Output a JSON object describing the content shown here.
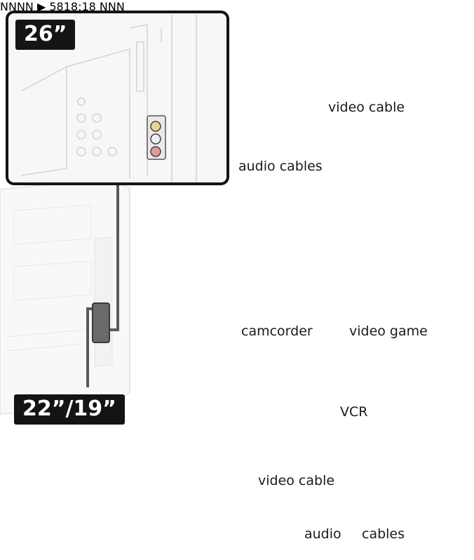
{
  "panels": {
    "top": {
      "badge": "26”"
    },
    "bottom": {
      "badge": "22”/19”"
    }
  },
  "labels": {
    "video_cable_top": "video cable",
    "audio_cables_top": "audio cables",
    "camcorder": "camcorder",
    "video_game": "video game",
    "vcr": "VCR",
    "video_cable_bottom": "video cable",
    "audio_bottom": "audio",
    "cables_bottom": "cables"
  },
  "vcr_display": {
    "left_tag": "NNNN",
    "readout": "▶ 5818:18",
    "right_tag": "NNN"
  },
  "plug_colors": {
    "yellow": "#f0d21c",
    "white": "#f4f4f4",
    "red": "#d6232a",
    "cable": "#5a5a5a"
  }
}
